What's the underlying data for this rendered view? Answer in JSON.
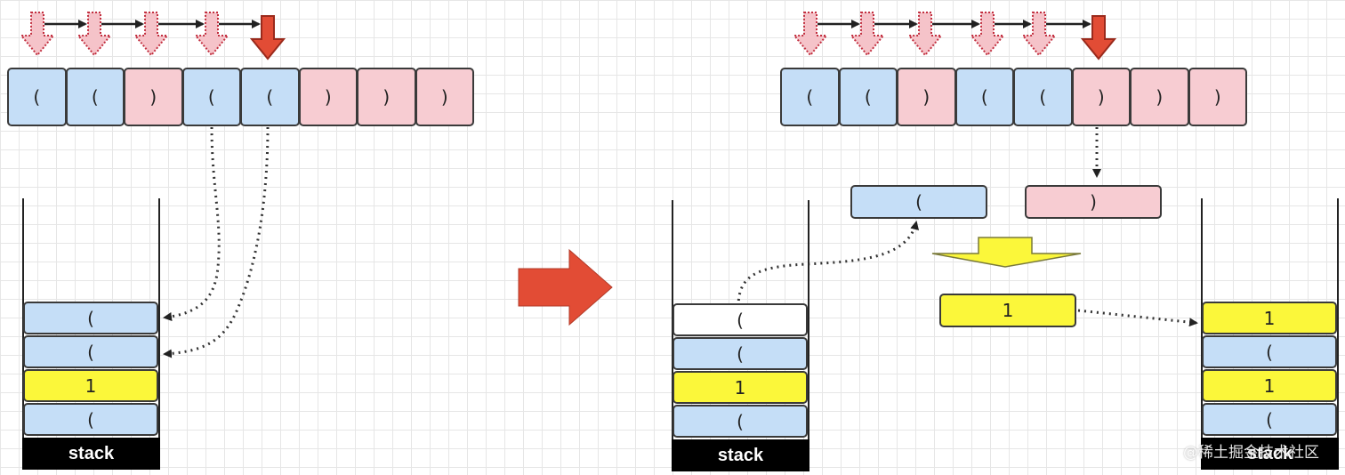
{
  "left": {
    "sequence": [
      "(",
      "(",
      ")",
      "(",
      "(",
      ")",
      ")",
      ")"
    ],
    "stack": {
      "label": "stack",
      "items_bottom_to_top": [
        {
          "text": "(",
          "color": "#c5def7"
        },
        {
          "text": "1",
          "color": "#fbf73a"
        },
        {
          "text": "(",
          "color": "#c5def7"
        },
        {
          "text": "(",
          "color": "#c5def7"
        }
      ]
    }
  },
  "right": {
    "sequence": [
      "(",
      "(",
      ")",
      "(",
      "(",
      ")",
      ")",
      ")"
    ],
    "popped_open": "(",
    "current_close": ")",
    "result": "1",
    "stack_before": {
      "label": "stack",
      "items_bottom_to_top": [
        {
          "text": "(",
          "color": "#c5def7"
        },
        {
          "text": "1",
          "color": "#fbf73a"
        },
        {
          "text": "(",
          "color": "#c5def7"
        },
        {
          "text": "(",
          "color": "#ffffff",
          "state": "popped"
        }
      ]
    },
    "stack_after": {
      "label": "stack",
      "items_bottom_to_top": [
        {
          "text": "(",
          "color": "#c5def7"
        },
        {
          "text": "1",
          "color": "#fbf73a"
        },
        {
          "text": "(",
          "color": "#c5def7"
        },
        {
          "text": "1",
          "color": "#fbf73a"
        }
      ]
    }
  },
  "colors": {
    "open_paren": "#c5def7",
    "close_paren": "#f7ccd2",
    "score": "#fbf73a",
    "arrow_red": "#e24c35",
    "pointer_pink": "#f5c3c9"
  },
  "watermark": "@稀土掘金技术社区"
}
